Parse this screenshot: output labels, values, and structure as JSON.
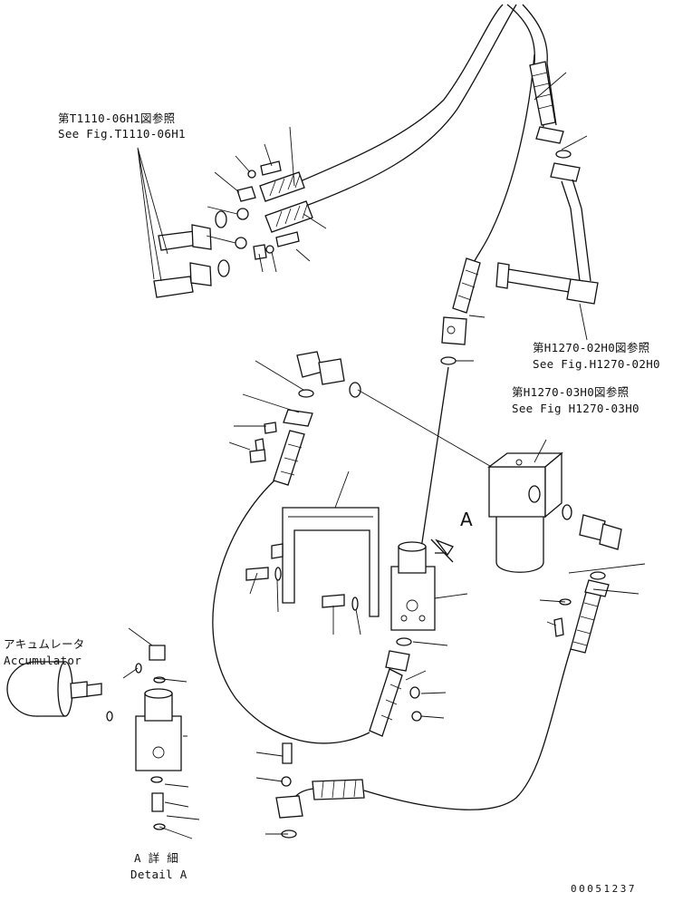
{
  "references": {
    "t1110_jp": "第T1110-06H1図参照",
    "t1110_en": "See Fig.T1110-06H1",
    "h1270_02_jp": "第H1270-02H0図参照",
    "h1270_02_en": "See Fig.H1270-02H0",
    "h1270_03_jp": "第H1270-03H0図参照",
    "h1270_03_en": "See Fig H1270-03H0"
  },
  "accumulator": {
    "jp": "アキュムレータ",
    "en": "Accumulator"
  },
  "detail": {
    "jp": "A 詳 細",
    "en": "Detail A"
  },
  "view_arrow": "A",
  "document_number": "00051237"
}
